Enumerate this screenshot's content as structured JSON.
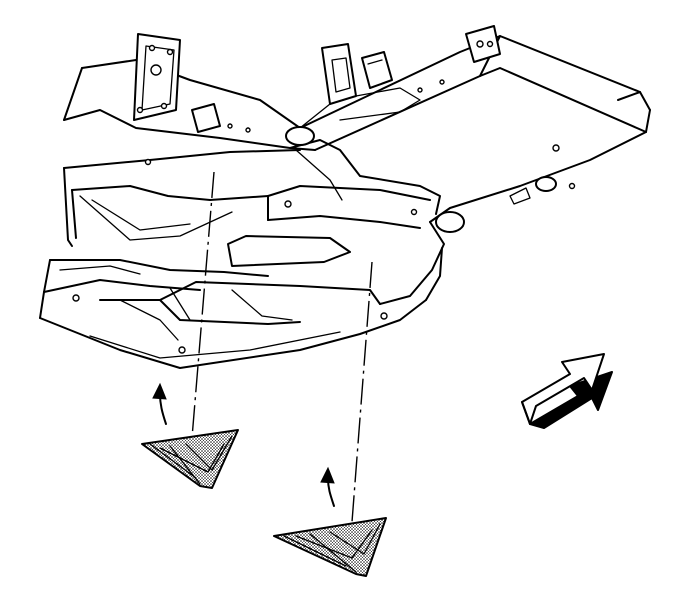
{
  "diagram": {
    "colors": {
      "line": "#000000",
      "background": "#ffffff",
      "panel_fill": "#e0e0e0"
    },
    "icons": [
      "frame-rail-assembly",
      "shield-panel-left",
      "shield-panel-right",
      "install-arrow-up-left",
      "install-arrow-up-right",
      "vehicle-front-direction-arrow"
    ]
  }
}
